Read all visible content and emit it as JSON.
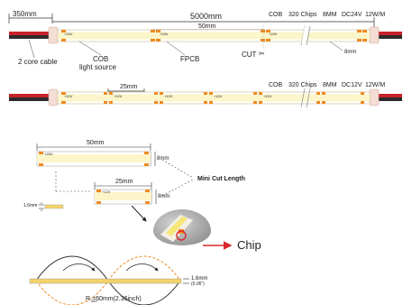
{
  "strip1": {
    "lead_length": "350mm",
    "total_length": "5000mm",
    "spec_cob": "COB",
    "spec_chips": "320 Chips",
    "spec_width": "8MM",
    "spec_voltage": "DC24V",
    "spec_power": "12W/M",
    "segment_length": "50mm",
    "pad_label": "+24V",
    "label_cable": "2 core cable",
    "label_cob": "COB",
    "label_light_source": "light source",
    "label_fpcb": "FPCB",
    "label_cut": "CUT",
    "label_width": "8mm"
  },
  "strip2": {
    "segment_length": "25mm",
    "spec_cob": "COB",
    "spec_chips": "320 Chips",
    "spec_width": "8MM",
    "spec_voltage": "DC12V",
    "spec_power": "12W/M",
    "pad_label": "+12V"
  },
  "cut_diagram": {
    "len_24v": "50mm",
    "len_12v": "25mm",
    "width_24v": "8mm",
    "width_12v": "8mm",
    "pad_24v": "+24V",
    "pad_12v": "+12V",
    "title": "Mini Cut Length",
    "thickness": "1.6mm"
  },
  "chip_callout": {
    "label": "Chip"
  },
  "bend": {
    "thickness": "1.6mm",
    "thickness_inch": "(0.06\")",
    "radius": "R   =60mm(2.36inch)",
    "radius_sub": "min"
  },
  "colors": {
    "strip_fill": "#fbf5c9",
    "strip_border": "#c9b98d",
    "pad_orange": "#f08a21",
    "cable_red": "#c8222a",
    "cable_black": "#2b2b2b",
    "wave_dark": "#333333",
    "wave_orange": "#f08a21",
    "chip_red": "#d9282f"
  }
}
